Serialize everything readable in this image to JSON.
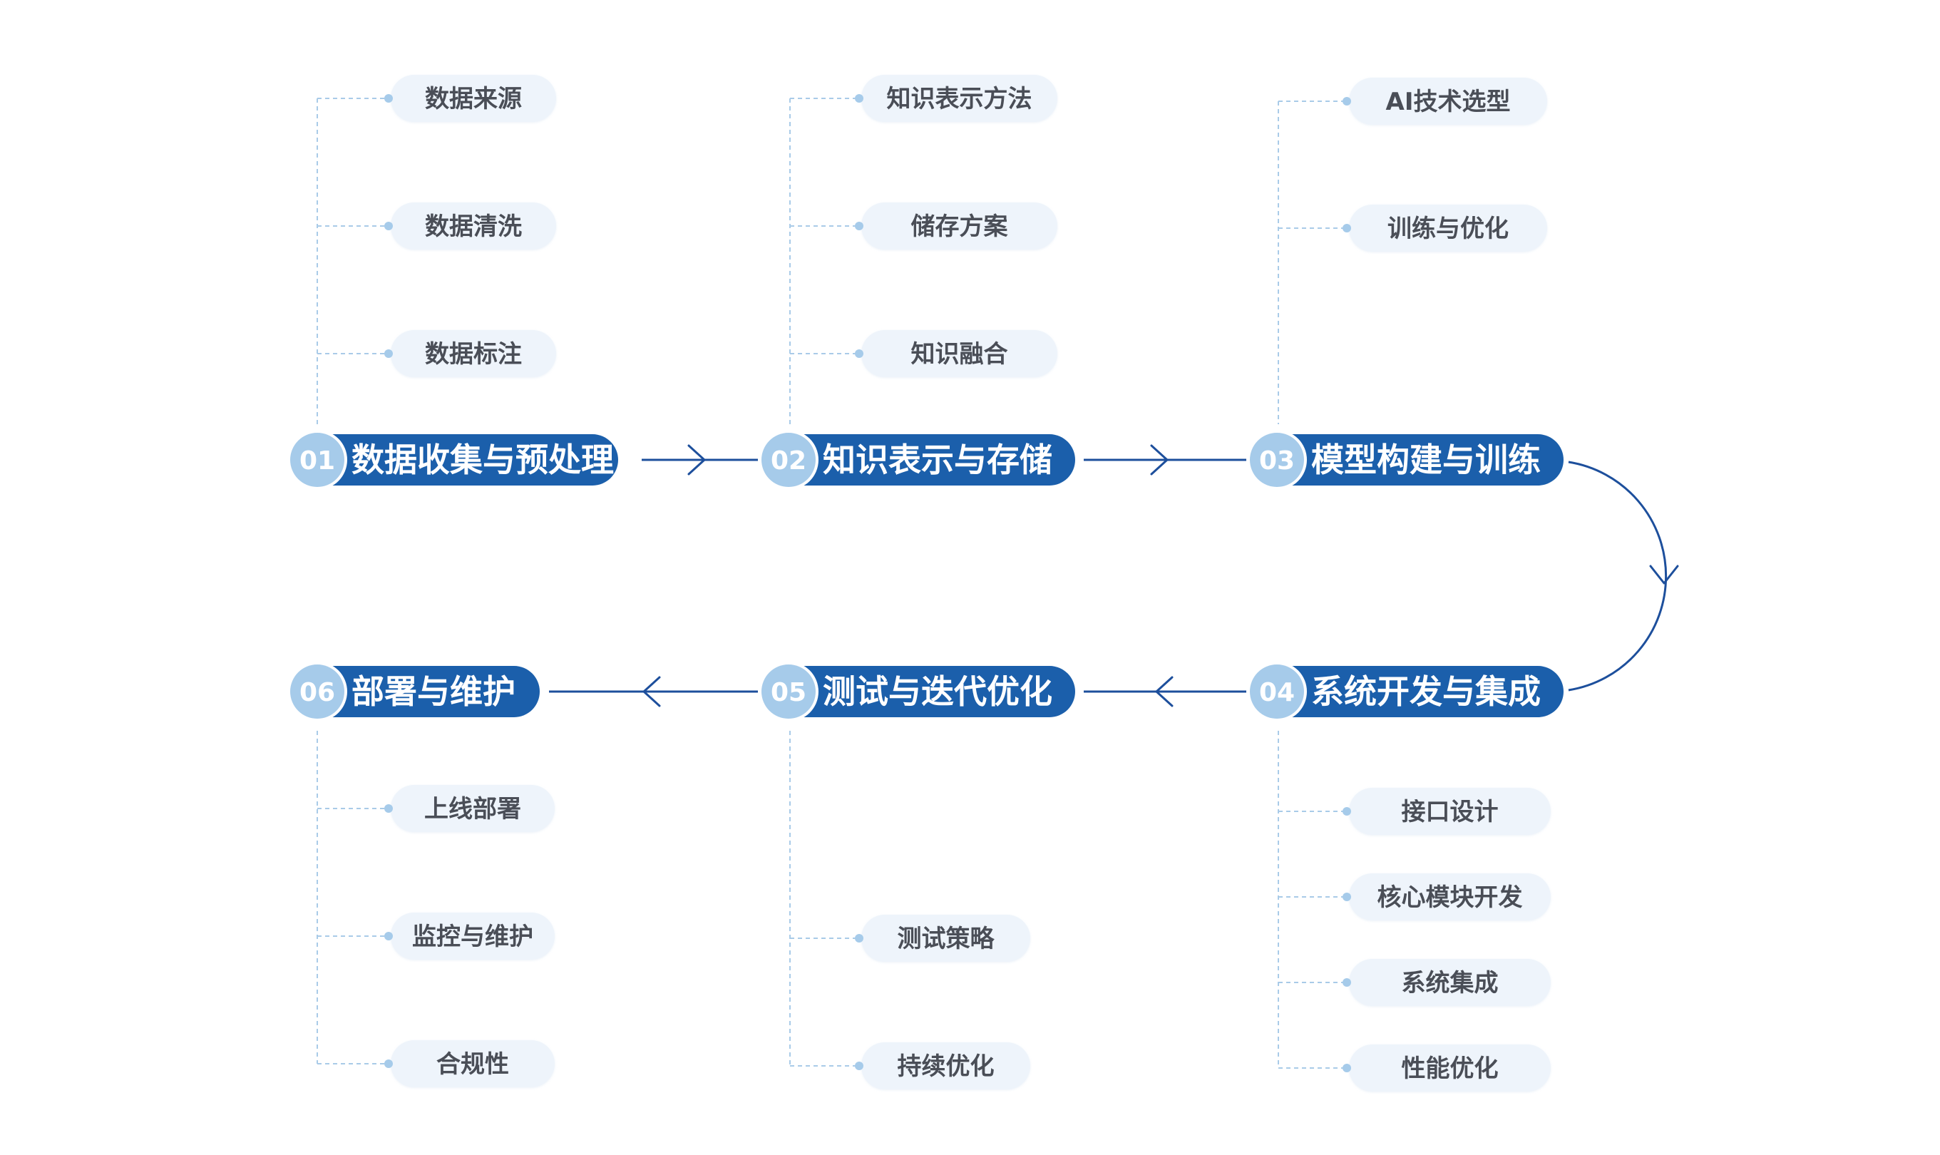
{
  "colors": {
    "stage_fill": "#1b5fab",
    "badge_fill": "#a6cbea",
    "badge_ring": "#ffffff",
    "arrow": "#1d4f9c",
    "connector": "#a9cbe8",
    "dot": "#a6cbea",
    "pill_fill": "#eef4fb",
    "sub_text": "#4a4e57"
  },
  "stages": [
    {
      "num": "01",
      "label": "数据收集与预处理",
      "subs": [
        "数据来源",
        "数据清洗",
        "数据标注"
      ]
    },
    {
      "num": "02",
      "label": "知识表示与存储",
      "subs": [
        "知识表示方法",
        "储存方案",
        "知识融合"
      ]
    },
    {
      "num": "03",
      "label": "模型构建与训练",
      "subs": [
        "AI技术选型",
        "训练与优化"
      ]
    },
    {
      "num": "04",
      "label": "系统开发与集成",
      "subs": [
        "接口设计",
        "核心模块开发",
        "系统集成",
        "性能优化"
      ]
    },
    {
      "num": "05",
      "label": "测试与迭代优化",
      "subs": [
        "测试策略",
        "持续优化"
      ]
    },
    {
      "num": "06",
      "label": "部署与维护",
      "subs": [
        "上线部署",
        "监控与维护",
        "合规性"
      ]
    }
  ]
}
